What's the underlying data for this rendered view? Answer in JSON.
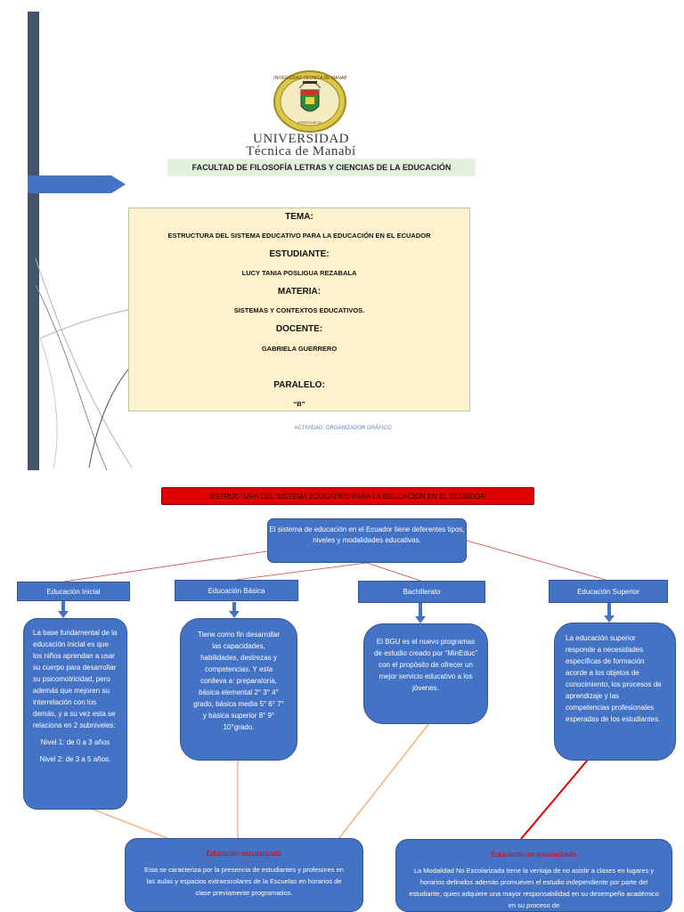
{
  "logo": {
    "seal_text_top": "UNIVERSIDAD TÉCNICA DE MANABÍ",
    "seal_text_bottom": "PORTOVIEJO"
  },
  "university": {
    "line1": "Universidad",
    "line2": "Técnica de Manabí"
  },
  "faculty": "FACULTAD DE FILOSOFÍA LETRAS Y CIENCIAS DE LA EDUCACIÓN",
  "cover": {
    "tema_label": "TEMA:",
    "tema_value": "ESTRUCTURA DEL SISTEMA EDUCATIVO PARA LA EDUCACIÓN EN EL ECUADOR",
    "estudiante_label": "ESTUDIANTE:",
    "estudiante_value": "LUCY TANIA POSLIGUA REZABALA",
    "materia_label": "MATERIA:",
    "materia_value": "SISTEMAS Y CONTEXTOS EDUCATIVOS.",
    "docente_label": "DOCENTE:",
    "docente_value": "GABRIELA GUERRERO",
    "paralelo_label": "PARALELO:",
    "paralelo_value": "“B”"
  },
  "activity": "ACTIVIDAD: ORGANIZADOR GRÁFICO",
  "diagram": {
    "title": "ESTRUCTURA DEL SISTEMA EDUCATIVO PARA LA EDUCACIÓN EN EL ECUADOR",
    "root": "El sistema de educación en el Ecuador tiene deferentes tipos, niveles y modalidades educativas.",
    "categories": {
      "inicial": "Educación Inicial",
      "basica": "Educación Básica",
      "bachillerato": "Bachillerato",
      "superior": "Educación Superior"
    },
    "inicial_desc": {
      "text": "La base fundamental de la educación inicial es que los niños aprendan a usar su cuerpo para desarrollar su psicomotricidad, pero además que mejoren su interrelación con los demás, y a su vez esta se relaciona en 2 subniveles:",
      "level1": "Nivel 1: de 0 a 3 años",
      "level2": "Nivel 2: de 3 a 5 años."
    },
    "basica_desc": "Tiene como fin desarrollar las capacidades, habilidades, destrezas y competencias. Y esta conlleva a: preparatoria, básica elemental 2° 3° 4° grado, básica media 5° 6° 7° y básica superior 8° 9° 10°grado.",
    "bachillerato_desc": "El BGU es el nuevo programas de estudio creado por “MinEduc” con el propósito de ofrecer un mejor servicio educativo a los jóvenes.",
    "superior_desc": "La educación superior responde a necesidades específicas de formación acorde a los objetos de conocimiento, los procesos de aprendizaje y las competencias profesionales esperadas de los estudiantes.",
    "escolarizada": {
      "title": "Educación escolarizada",
      "text": "Esta se caracteriza por la presencia de estudiantes y profesores en las aulas y espacios extraescolares de la Escuelas en horarios de clase previamente programados."
    },
    "no_escolarizada": {
      "title": "Educación no escolarizada",
      "text": "La Modalidad No Escolarizada tiene la ventaja de no asistir a clases en lugares y horarios definidos además promueven el estudio independiente por parte del estudiante, quien adquiere una mayor responsabilidad en su desempeño académico en su proceso de"
    }
  },
  "colors": {
    "sidebar": "#44546a",
    "accent_blue": "#4472c4",
    "title_red": "#e00000",
    "cover_box": "#fff2cc",
    "faculty_band": "#e2efda",
    "connector_orange": "#f4b183"
  }
}
